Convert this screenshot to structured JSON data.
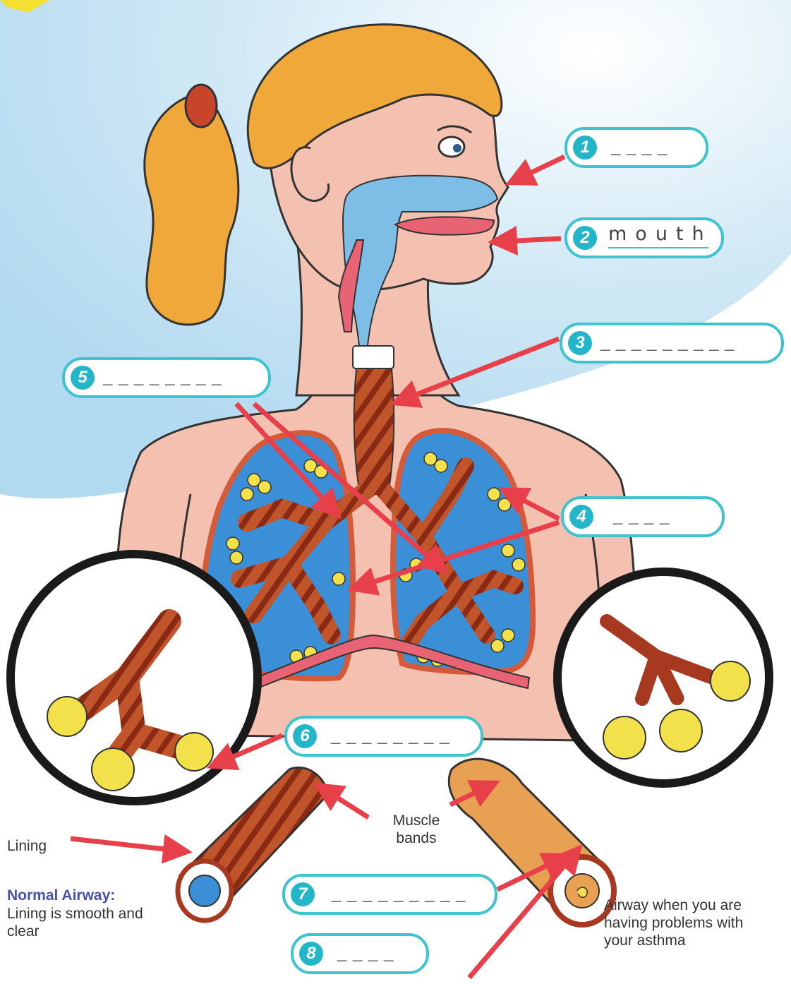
{
  "labels": {
    "l1": {
      "num": "1",
      "blank": "_ _ _ _"
    },
    "l2": {
      "num": "2",
      "answer": "mouth"
    },
    "l3": {
      "num": "3",
      "blank": "_ _ _ _ _ _ _ _ _"
    },
    "l4": {
      "num": "4",
      "blank": "_ _ _ _"
    },
    "l5": {
      "num": "5",
      "blank": "_ _ _ _ _ _ _ _"
    },
    "l6": {
      "num": "6",
      "blank": "_ _ _ _ _ _ _ _"
    },
    "l7": {
      "num": "7",
      "blank": "_ _ _ _ _ _ _ _ _"
    },
    "l8": {
      "num": "8",
      "blank": "_ _ _ _"
    }
  },
  "captions": {
    "muscle_bands": "Muscle\nbands",
    "lining": "Lining",
    "normal_title": "Normal Airway:",
    "normal_desc": "Lining is smooth and clear",
    "asthma_airway": "Airway when you are having problems with your asthma"
  },
  "colors": {
    "box_border": "#3ec3cf",
    "number_badge": "#23b5c8",
    "arrow": "#e8404a",
    "hair": "#f0a83a",
    "skin": "#f4c0b0",
    "airway_blue": "#7dbde6",
    "lung_blue": "#3a8fd6",
    "bronchi": "#a6391f",
    "alveoli": "#f2e14a"
  }
}
